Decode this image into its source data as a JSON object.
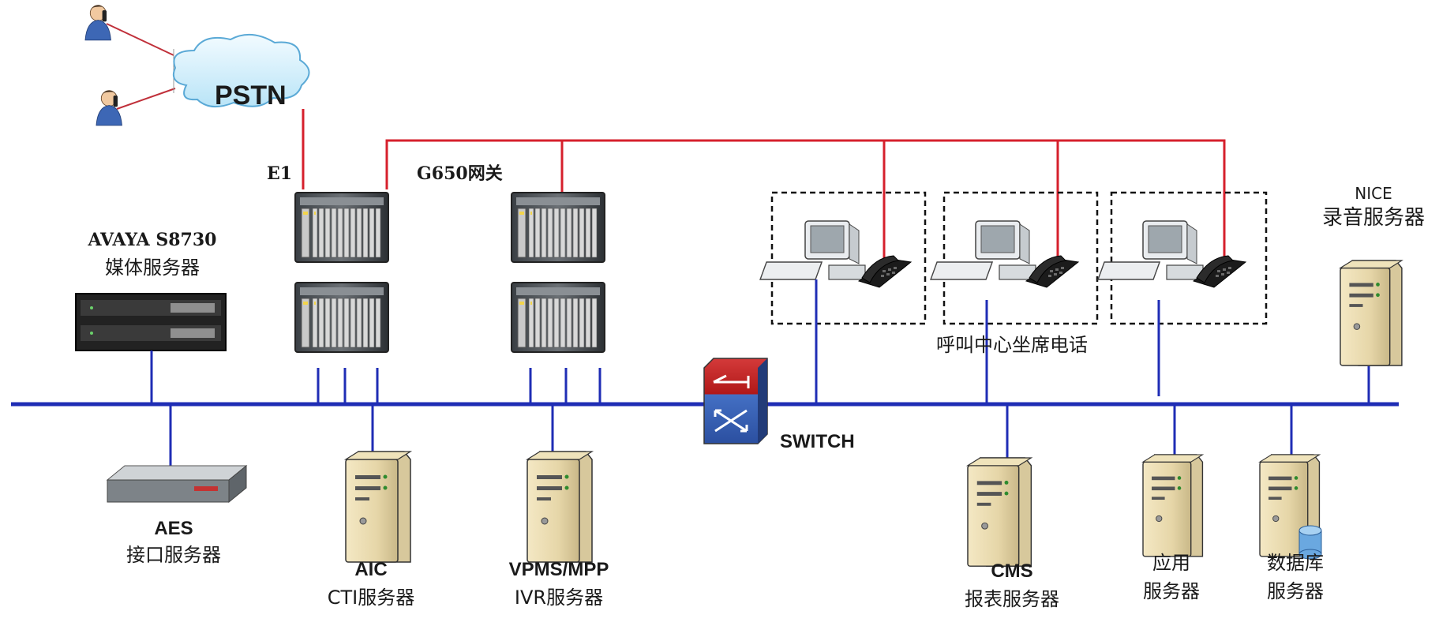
{
  "labels": {
    "pstn": "PSTN",
    "e1": "E1",
    "gateway": "G650网关",
    "avaya_name": "AVAYA S8730",
    "avaya_role": "媒体服务器",
    "nice_name": "NICE",
    "nice_role": "录音服务器",
    "agent_group": "呼叫中心坐席电话",
    "switch": "SWITCH",
    "aes_name": "AES",
    "aes_role": "接口服务器",
    "aic_name": "AIC",
    "aic_role": "CTI服务器",
    "vpms_name": "VPMS/MPP",
    "vpms_role": "IVR服务器",
    "cms_name": "CMS",
    "cms_role": "报表服务器",
    "app_line1": "应用",
    "app_line2": "服务器",
    "db_line1": "数据库",
    "db_line2": "服务器"
  },
  "colors": {
    "bus": "#1f2db5",
    "voice_link": "#d6202c",
    "pstn_link": "#c0303a"
  },
  "icons": [
    "person-phone-icon",
    "pstn-cloud-icon",
    "gateway-cabinet-icon",
    "media-server-icon",
    "agent-pc-icon",
    "desk-phone-icon",
    "tower-server-icon",
    "network-switch-icon",
    "database-icon"
  ]
}
